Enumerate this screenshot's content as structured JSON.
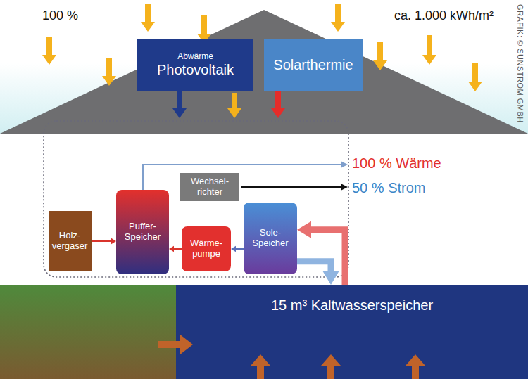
{
  "diagram": {
    "nodes": [
      {
        "text": [
          "Abwärme",
          "Photovoltaik"
        ]
      },
      {
        "text": [
          "Solarthermie"
        ]
      },
      {
        "text": [
          "Holz- vergaser"
        ]
      },
      {
        "text": [
          "Puffer- Speicher"
        ]
      },
      {
        "text": [
          "Wechsel- richter"
        ]
      },
      {
        "text": [
          "Wärme- pumpe"
        ]
      },
      {
        "text": [
          "Sole- Speicher"
        ]
      },
      {
        "text": [
          "15 m³ Kaltwasserspeicher"
        ]
      }
    ],
    "edges": [
      {
        "from": 2,
        "to": 3,
        "arrow": "to"
      },
      {
        "from": 5,
        "to": 3,
        "arrow": "to"
      },
      {
        "from": 6,
        "to": 5,
        "arrow": "to"
      },
      {
        "from": 7,
        "to": 6,
        "arrow": "to"
      },
      {
        "from": 6,
        "to": 7,
        "arrow": "to"
      }
    ],
    "labels": [
      "100 %",
      "ca. 1.000 kWh/m²",
      "GRAFIK: © SUNSTROM GMBH",
      "100 % Wärme",
      "50 % Strom"
    ]
  }
}
